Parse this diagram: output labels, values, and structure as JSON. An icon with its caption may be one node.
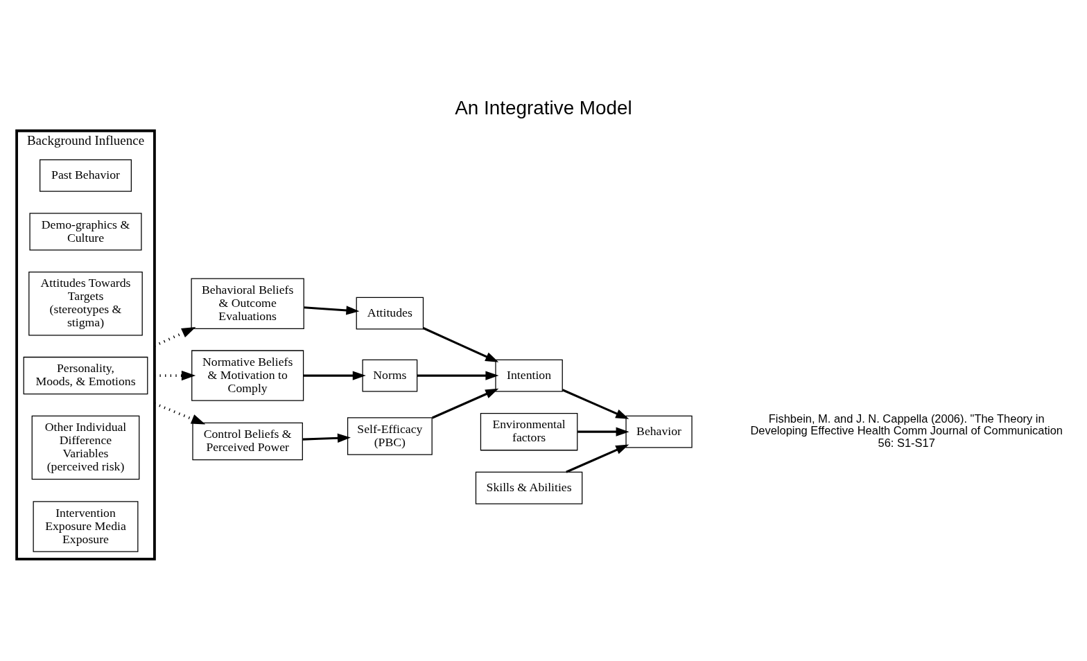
{
  "diagram": {
    "title": "An Integrative Model",
    "nodes": [
      {
        "text": [
          "Background Influence"
        ]
      },
      {
        "text": [
          "Past Behavior"
        ],
        "in": 0
      },
      {
        "text": [
          "Demo-graphics & Culture"
        ],
        "in": 0
      },
      {
        "text": [
          "Attitudes Towards Targets (stereotypes & stigma)"
        ],
        "in": 0
      },
      {
        "text": [
          "Personality, Moods, & Emotions"
        ],
        "in": 0
      },
      {
        "text": [
          "Other Individual Difference Variables (perceived risk)"
        ],
        "in": 0
      },
      {
        "text": [
          "Intervention Exposure Media Exposure"
        ],
        "in": 0
      },
      {
        "text": [
          "Behavioral Beliefs & Outcome Evaluations"
        ]
      },
      {
        "text": [
          "Normative Beliefs & Motivation to Comply"
        ]
      },
      {
        "text": [
          "Control Beliefs & Perceived Power"
        ]
      },
      {
        "text": [
          "Attitudes"
        ]
      },
      {
        "text": [
          "Norms"
        ]
      },
      {
        "text": [
          "Self-Efficacy (PBC)"
        ]
      },
      {
        "text": [
          "Environmental factors"
        ]
      },
      {
        "text": [
          "Intention"
        ]
      },
      {
        "text": [
          "Skills & Abilities"
        ]
      },
      {
        "text": [
          "Behavior"
        ]
      }
    ],
    "edges": [
      {
        "from": 0,
        "to": 7,
        "arrow": "to",
        "style": "dashed"
      },
      {
        "from": 0,
        "to": 8,
        "arrow": "to",
        "style": "dashed"
      },
      {
        "from": 0,
        "to": 9,
        "arrow": "to",
        "style": "dashed"
      },
      {
        "from": 7,
        "to": 10,
        "arrow": "to"
      },
      {
        "from": 8,
        "to": 11,
        "arrow": "to"
      },
      {
        "from": 9,
        "to": 12,
        "arrow": "to"
      },
      {
        "from": 10,
        "to": 14,
        "arrow": "to"
      },
      {
        "from": 11,
        "to": 14,
        "arrow": "to"
      },
      {
        "from": 12,
        "to": 14,
        "arrow": "to"
      },
      {
        "from": 14,
        "to": 16,
        "arrow": "to"
      },
      {
        "from": 13,
        "to": 16,
        "arrow": "to"
      },
      {
        "from": 15,
        "to": 16,
        "arrow": "to"
      }
    ],
    "labels": [
      "Fishbein, M. and J. N. Cappella (2006). \"The Theory in Developing Effective Health Comm Journal of Communication 56: S1-S17"
    ]
  }
}
